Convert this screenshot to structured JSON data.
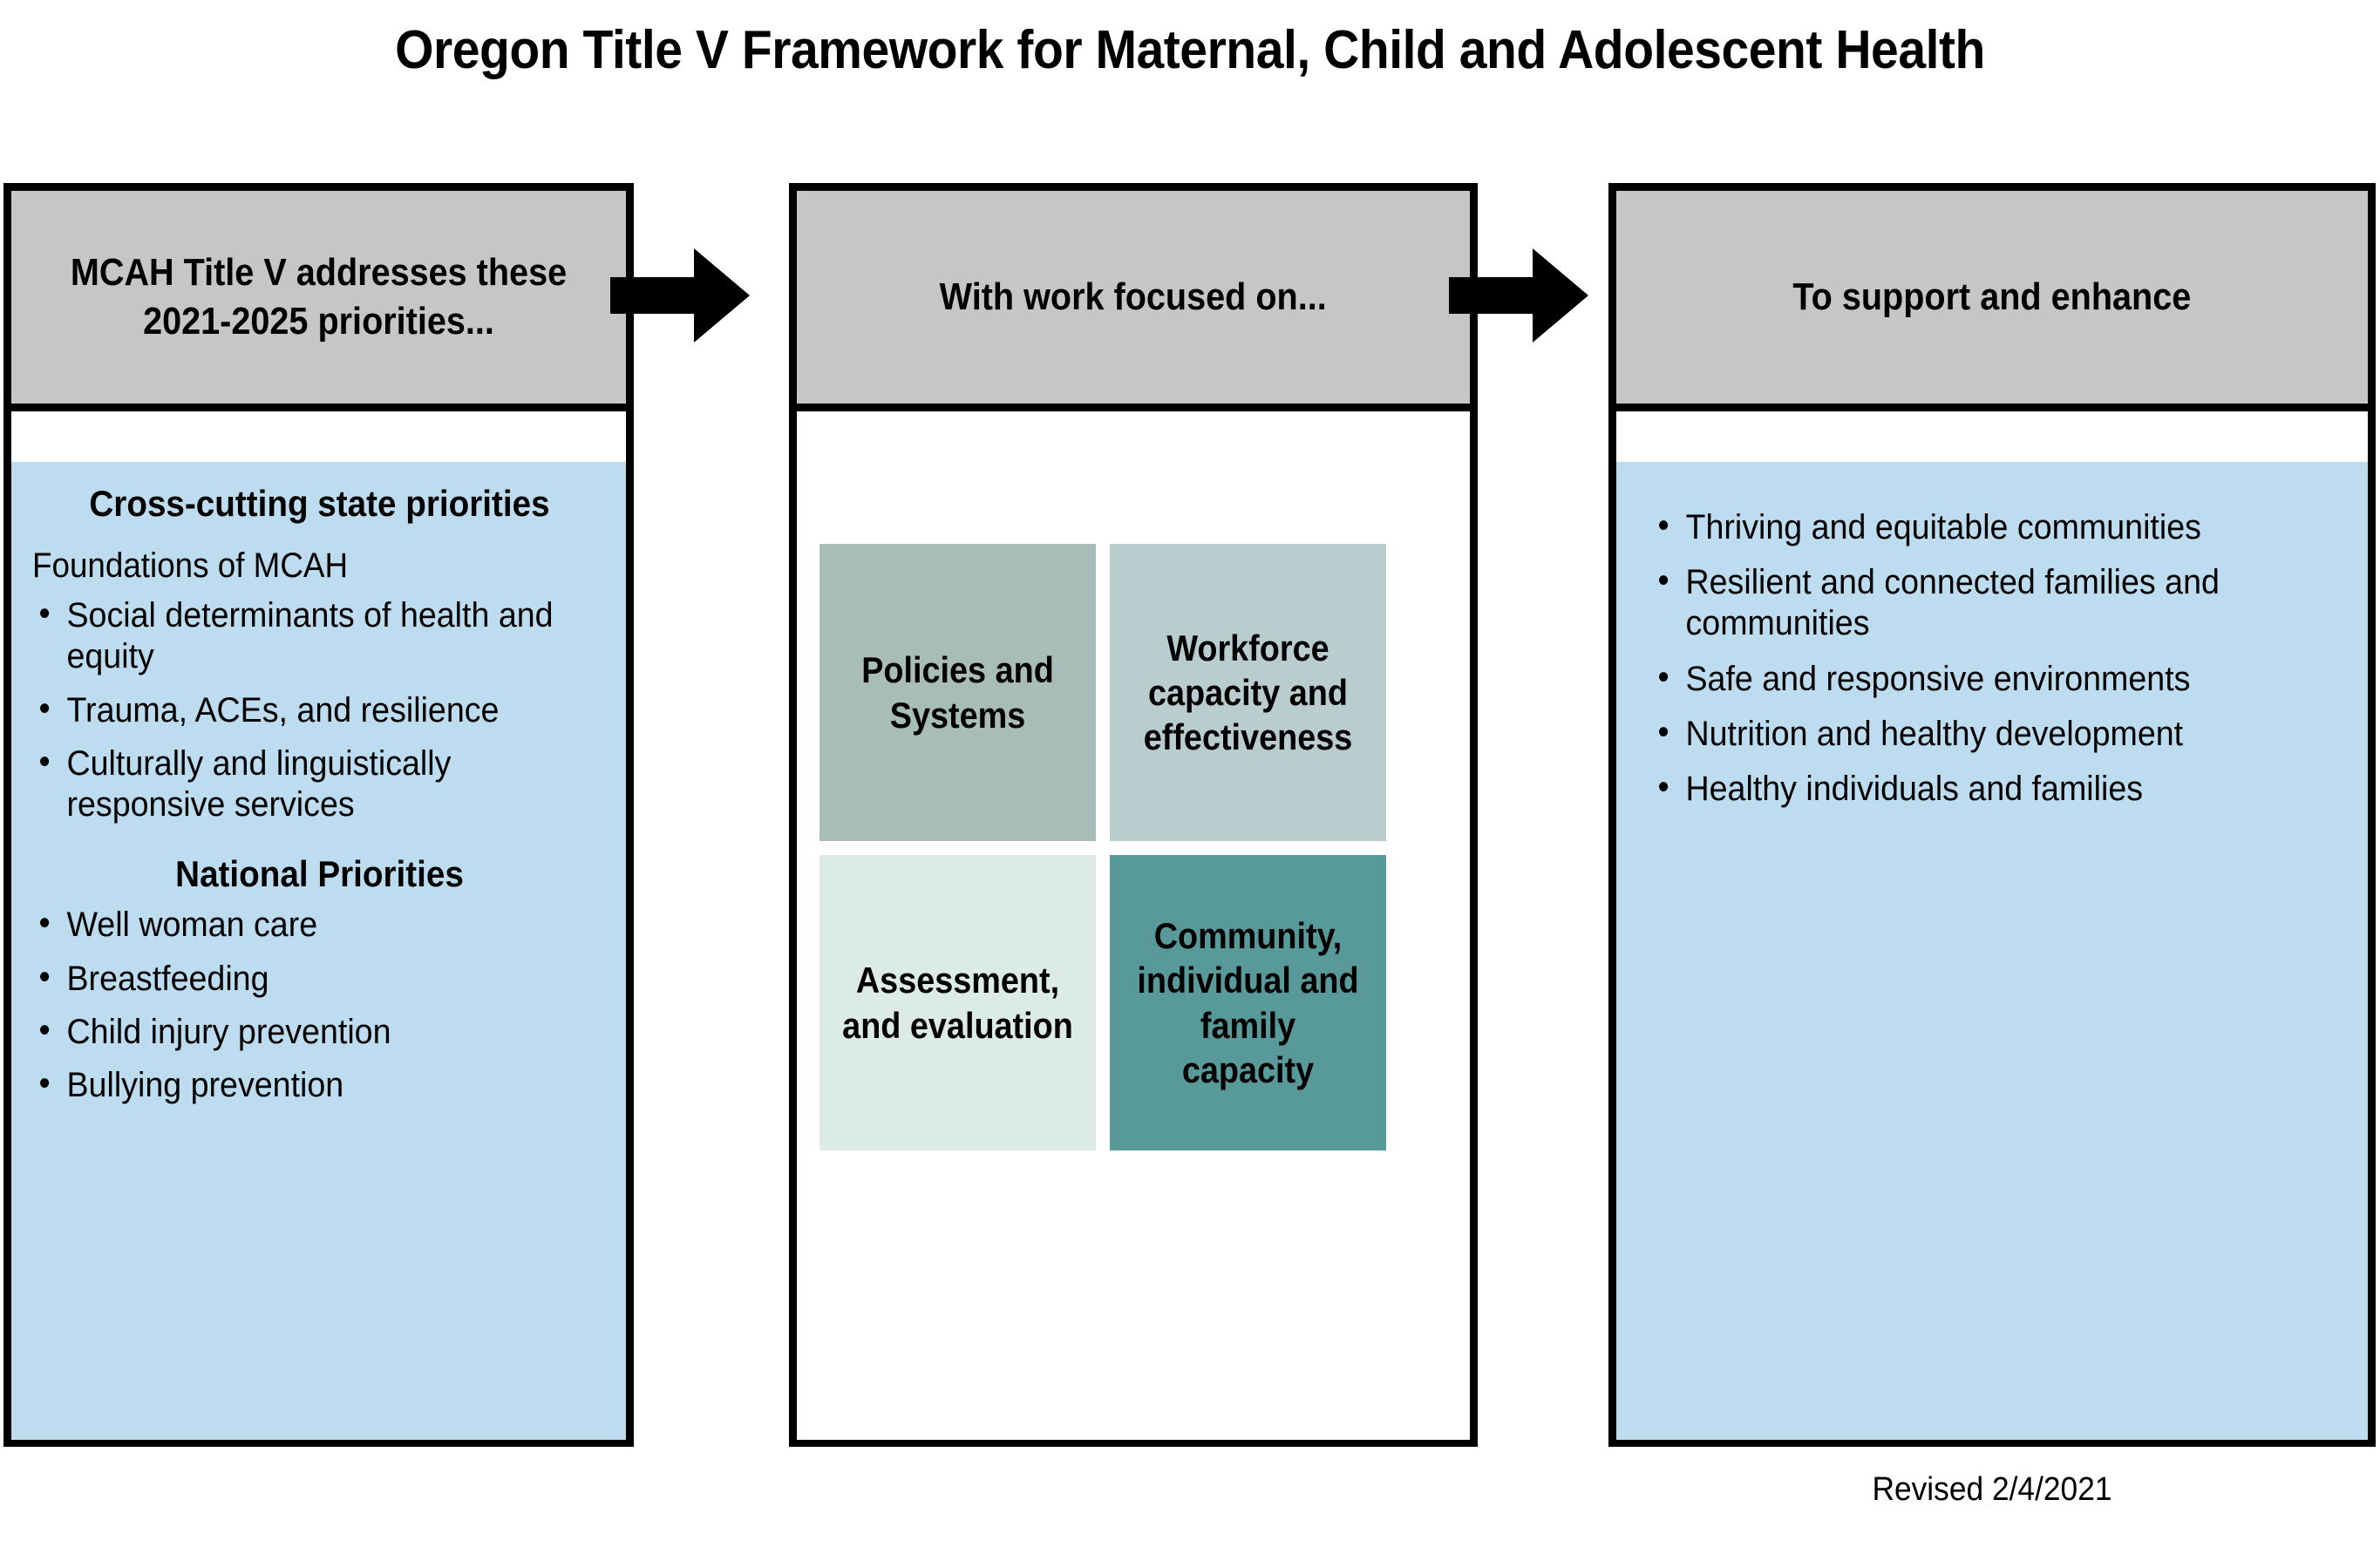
{
  "title": "Oregon Title V Framework for Maternal, Child and Adolescent Health",
  "colors": {
    "header_gray": "#C6C6C6",
    "body_blue": "#BDDCF0",
    "quad_policies": "#A8BCB8",
    "quad_workforce": "#B9CCCE",
    "quad_assessment": "#DCEBE6",
    "quad_community": "#589A99",
    "border_black": "#000000"
  },
  "columns": {
    "left": {
      "header": "MCAH Title V addresses these 2021-2025 priorities...",
      "heading_1": "Cross-cutting state priorities",
      "subheading_1": "Foundations of MCAH",
      "bullets_1": [
        "Social determinants of health and equity",
        "Trauma, ACEs, and resilience",
        "Culturally and linguistically responsive services"
      ],
      "heading_2": "National Priorities",
      "bullets_2": [
        "Well woman care",
        "Breastfeeding",
        "Child injury prevention",
        "Bullying prevention"
      ]
    },
    "middle": {
      "header": "With work focused on...",
      "quadrants": [
        {
          "label": "Policies and Systems",
          "color": "#A8BCB8"
        },
        {
          "label": "Workforce capacity and effectiveness",
          "color": "#B9CCCE"
        },
        {
          "label": "Assessment, and evaluation",
          "color": "#DCEBE6"
        },
        {
          "label": "Community, individual and family capacity",
          "color": "#589A99"
        }
      ]
    },
    "right": {
      "header": "To support and enhance",
      "bullets": [
        "Thriving and equitable communities",
        "Resilient and connected families and communities",
        "Safe and responsive environments",
        "Nutrition and healthy development",
        "Healthy individuals and families"
      ]
    }
  },
  "arrows": {
    "arrow_1_label": "flow-arrow-right",
    "arrow_2_label": "flow-arrow-right"
  },
  "footer": {
    "revised": "Revised 2/4/2021"
  }
}
